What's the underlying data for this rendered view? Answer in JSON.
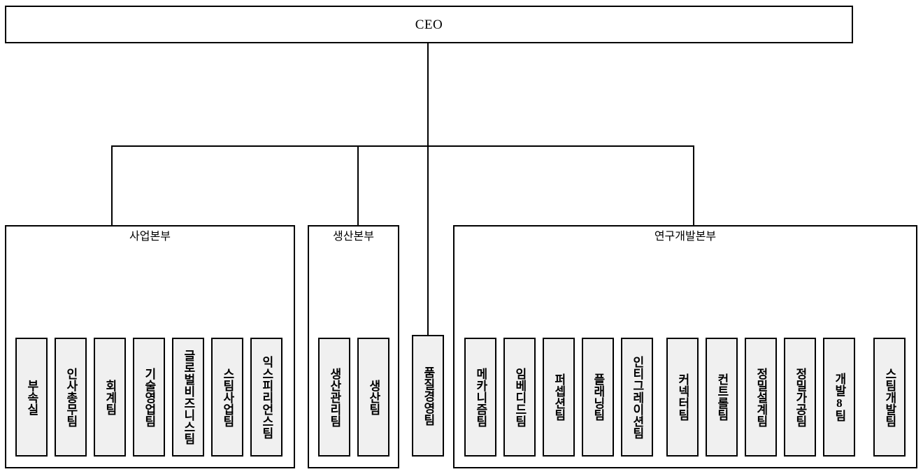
{
  "chart": {
    "type": "org-chart",
    "title": "CEO",
    "root": {
      "label": "CEO"
    },
    "standalone": [
      {
        "label": "품질경영팀"
      }
    ],
    "divisions": [
      {
        "label": "사업본부",
        "teams": [
          {
            "label": "부속실"
          },
          {
            "label": "인사총무팀"
          },
          {
            "label": "회계팀"
          },
          {
            "label": "기술영업팀"
          },
          {
            "label": "글로벌비즈니스팀"
          },
          {
            "label": "스팀사업팀"
          },
          {
            "label": "익스피리언스팀"
          }
        ]
      },
      {
        "label": "생산본부",
        "teams": [
          {
            "label": "생산관리팀"
          },
          {
            "label": "생산팀"
          }
        ]
      },
      {
        "label": "연구개발본부",
        "teams": [
          {
            "label": "메카니즘팀"
          },
          {
            "label": "임베디드팀"
          },
          {
            "label": "퍼셉션팀"
          },
          {
            "label": "플래닝팀"
          },
          {
            "label": "인티그레이션팀"
          },
          {
            "label": "커넥터팀"
          },
          {
            "label": "컨트롤팀"
          },
          {
            "label": "정밀설계팀"
          },
          {
            "label": "정밀가공팀"
          },
          {
            "label": "개발8팀"
          },
          {
            "label": "스팀개발팀"
          }
        ]
      }
    ],
    "colors": {
      "line": "#000000",
      "box_border": "#000000",
      "division_fill": "#ffffff",
      "team_fill": "#f0f0f0",
      "background": "#ffffff",
      "text": "#000000"
    }
  }
}
